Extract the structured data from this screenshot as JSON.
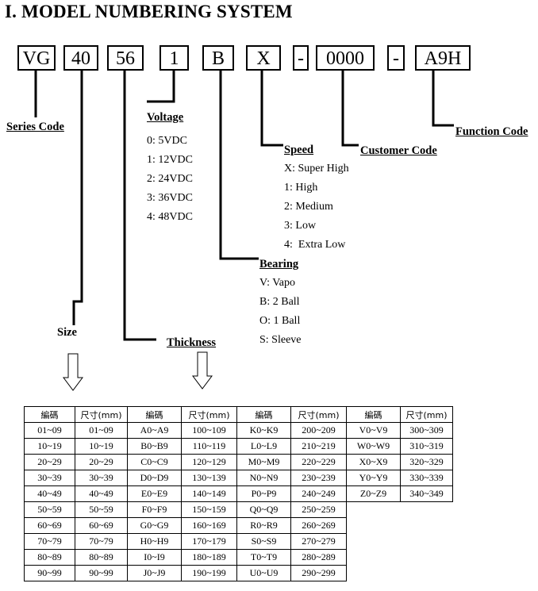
{
  "title": "I. MODEL NUMBERING SYSTEM",
  "code_boxes": [
    "VG",
    "40",
    "56",
    "1",
    "B",
    "X",
    "-",
    "0000",
    "-",
    "A9H"
  ],
  "labels": {
    "series_code": "Series Code",
    "voltage": "Voltage",
    "speed": "Speed",
    "customer_code": "Customer Code",
    "function_code": "Function Code",
    "bearing": "Bearing",
    "size": "Size",
    "thickness": "Thickness"
  },
  "voltage_options": [
    "0: 5VDC",
    "1: 12VDC",
    "2: 24VDC",
    "3: 36VDC",
    "4: 48VDC"
  ],
  "speed_options": [
    "X: Super High",
    "1: High",
    "2: Medium",
    "3: Low",
    "4:  Extra Low"
  ],
  "bearing_options": [
    "V: Vapo",
    "B: 2 Ball",
    "O: 1 Ball",
    "S: Sleeve"
  ],
  "table": {
    "headers": [
      "編碼",
      "尺寸(mm)",
      "編碼",
      "尺寸(mm)",
      "編碼",
      "尺寸(mm)",
      "編碼",
      "尺寸(mm)"
    ],
    "rows": [
      [
        "01~09",
        "01~09",
        "A0~A9",
        "100~109",
        "K0~K9",
        "200~209",
        "V0~V9",
        "300~309"
      ],
      [
        "10~19",
        "10~19",
        "B0~B9",
        "110~119",
        "L0~L9",
        "210~219",
        "W0~W9",
        "310~319"
      ],
      [
        "20~29",
        "20~29",
        "C0~C9",
        "120~129",
        "M0~M9",
        "220~229",
        "X0~X9",
        "320~329"
      ],
      [
        "30~39",
        "30~39",
        "D0~D9",
        "130~139",
        "N0~N9",
        "230~239",
        "Y0~Y9",
        "330~339"
      ],
      [
        "40~49",
        "40~49",
        "E0~E9",
        "140~149",
        "P0~P9",
        "240~249",
        "Z0~Z9",
        "340~349"
      ],
      [
        "50~59",
        "50~59",
        "F0~F9",
        "150~159",
        "Q0~Q9",
        "250~259",
        "",
        ""
      ],
      [
        "60~69",
        "60~69",
        "G0~G9",
        "160~169",
        "R0~R9",
        "260~269",
        "",
        ""
      ],
      [
        "70~79",
        "70~79",
        "H0~H9",
        "170~179",
        "S0~S9",
        "270~279",
        "",
        ""
      ],
      [
        "80~89",
        "80~89",
        "I0~I9",
        "180~189",
        "T0~T9",
        "280~289",
        "",
        ""
      ],
      [
        "90~99",
        "90~99",
        "J0~J9",
        "190~199",
        "U0~U9",
        "290~299",
        "",
        ""
      ]
    ]
  }
}
